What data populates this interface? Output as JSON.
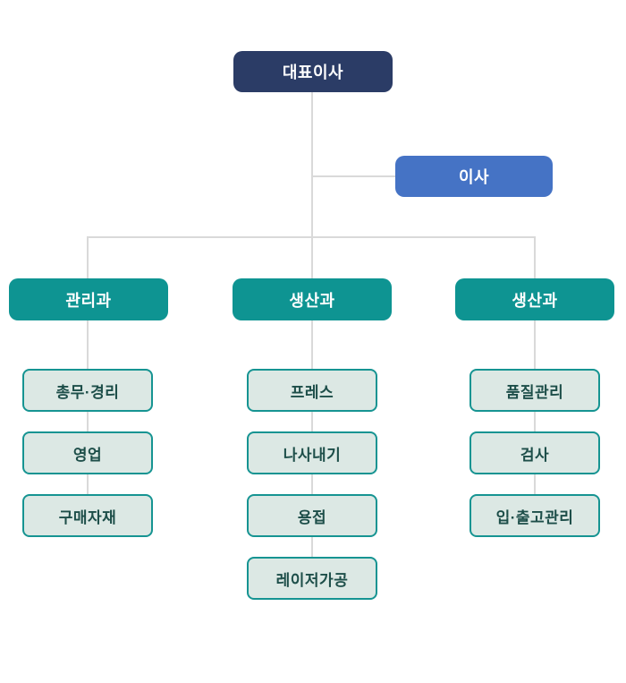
{
  "org_chart": {
    "root": {
      "label": "대표이사"
    },
    "advisor": {
      "label": "이사"
    },
    "departments": [
      {
        "label": "관리과",
        "children": [
          {
            "label": "총무·경리"
          },
          {
            "label": "영업"
          },
          {
            "label": "구매자재"
          }
        ]
      },
      {
        "label": "생산과",
        "children": [
          {
            "label": "프레스"
          },
          {
            "label": "나사내기"
          },
          {
            "label": "용접"
          },
          {
            "label": "레이저가공"
          }
        ]
      },
      {
        "label": "생산과",
        "children": [
          {
            "label": "품질관리"
          },
          {
            "label": "검사"
          },
          {
            "label": "입·출고관리"
          }
        ]
      }
    ],
    "colors": {
      "root_bg": "#2b3c66",
      "advisor_bg": "#4573c5",
      "dept_bg": "#0e9492",
      "child_bg": "#dce8e4",
      "child_border": "#169492",
      "child_text": "#1d4e49",
      "connector": "#d9d9d9",
      "page_bg": "#ffffff"
    }
  }
}
